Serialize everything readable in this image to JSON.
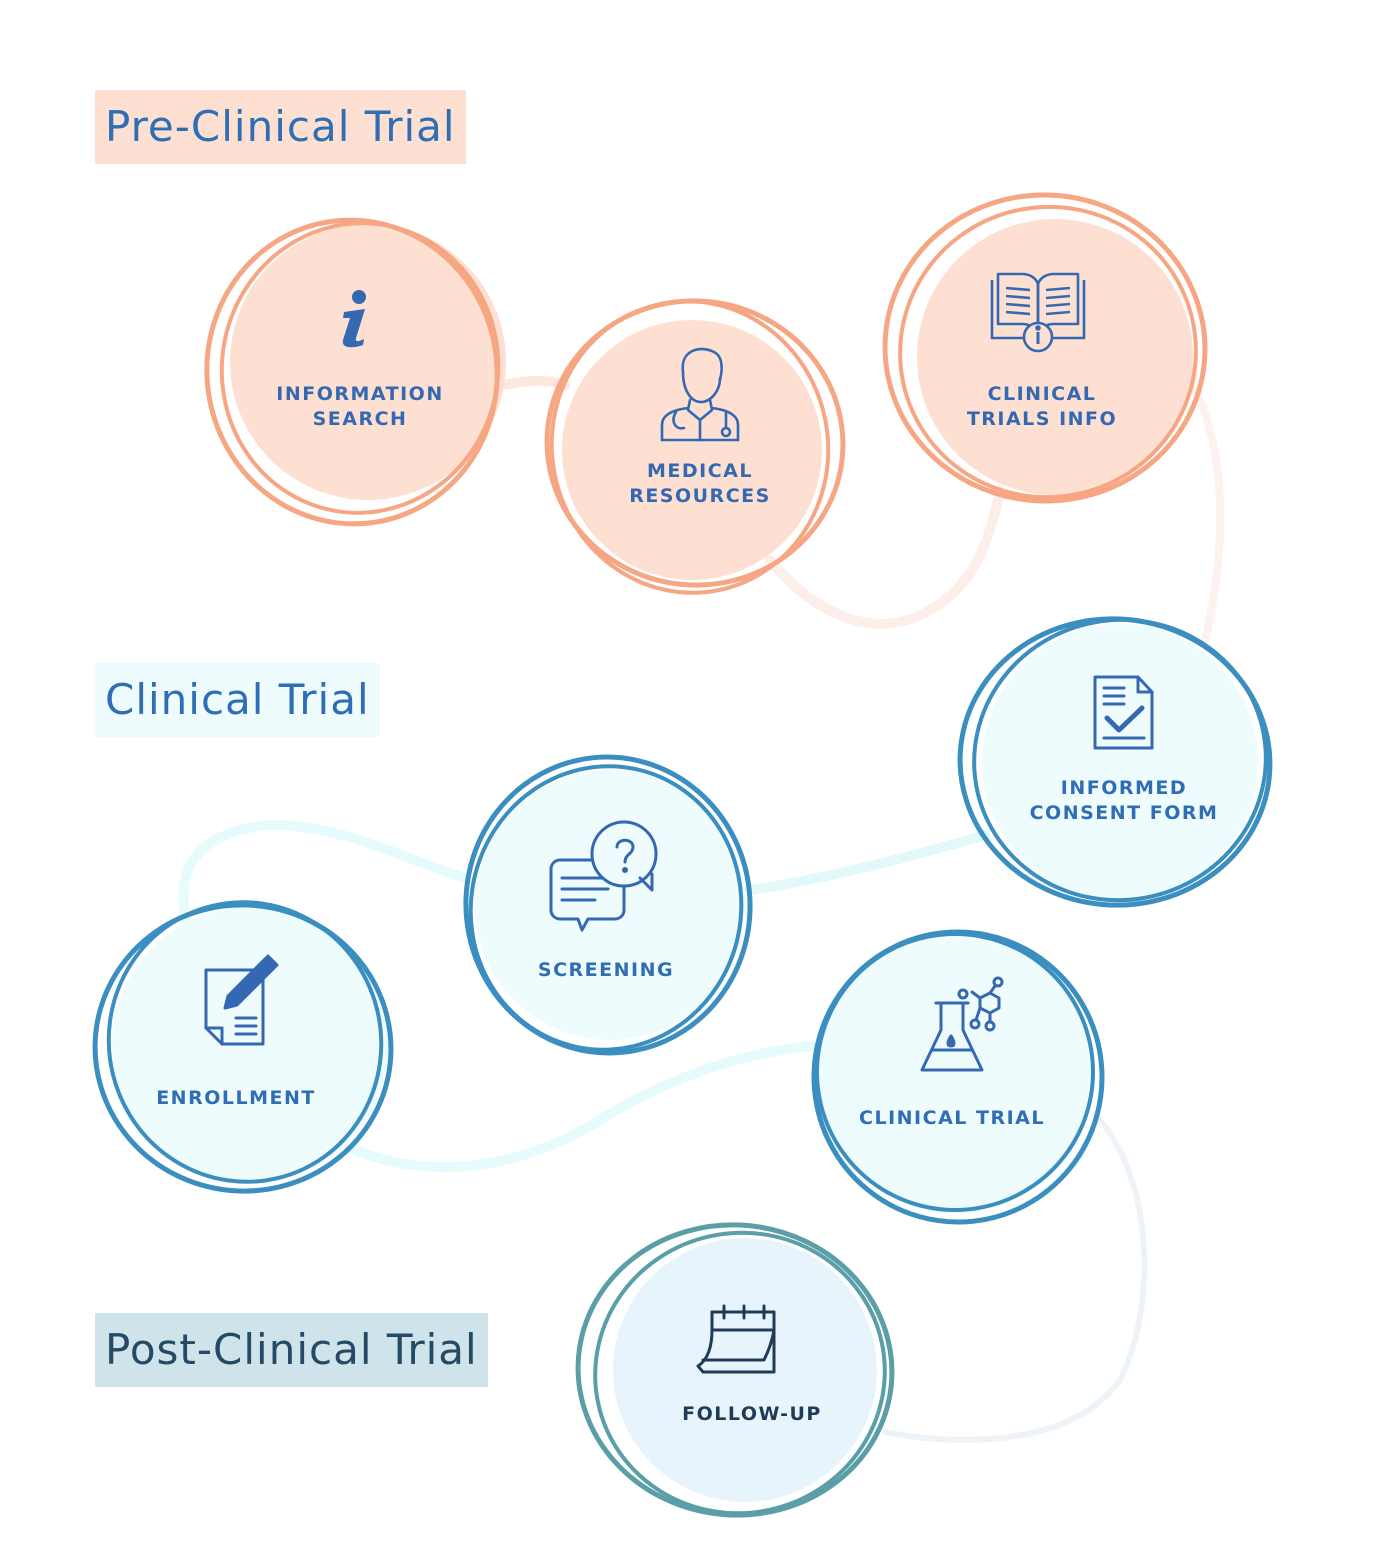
{
  "sections": {
    "pre": "Pre-Clinical Trial",
    "clinical": "Clinical Trial",
    "post": "Post-Clinical Trial"
  },
  "nodes": {
    "information_search": {
      "line1": "INFORMATION",
      "line2": "SEARCH",
      "icon": "info-icon"
    },
    "medical_resources": {
      "line1": "MEDICAL",
      "line2": "RESOURCES",
      "icon": "doctor-icon"
    },
    "clinical_trials_info": {
      "line1": "CLINICAL",
      "line2": "TRIALS INFO",
      "icon": "book-info-icon"
    },
    "informed_consent_form": {
      "line1": "INFORMED",
      "line2": "CONSENT FORM",
      "icon": "checked-document-icon"
    },
    "screening": {
      "line1": "SCREENING",
      "icon": "speech-bubbles-question-icon"
    },
    "enrollment": {
      "line1": "ENROLLMENT",
      "icon": "document-pencil-icon"
    },
    "clinical_trial": {
      "line1": "CLINICAL TRIAL",
      "icon": "lab-flask-icon"
    },
    "follow_up": {
      "line1": "FOLLOW-UP",
      "icon": "calendar-icon"
    }
  },
  "colors": {
    "pre_fill": "#fde0d2",
    "pre_stroke": "#f6a682",
    "clinical_fill": "#eefcfd",
    "clinical_stroke": "#3b8ec0",
    "post_fill": "#e8f4fc",
    "post_stroke": "#5a9ea8",
    "icon_blue": "#3568b2"
  }
}
